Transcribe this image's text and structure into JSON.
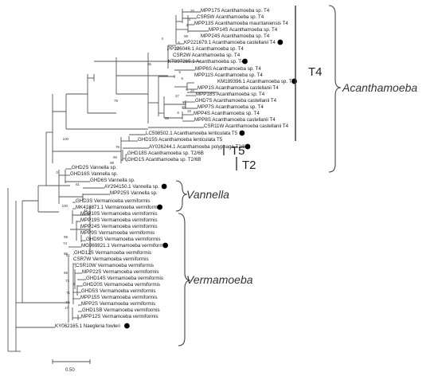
{
  "tree": {
    "leaves": [
      {
        "label": "MPP17S Acanthamoeba sp. T4",
        "marked": false
      },
      {
        "label": "CSR5W Acanthamoeba sp. T4",
        "marked": false
      },
      {
        "label": "MPP13S Acanthamoeba mauritaniensis T4",
        "marked": false
      },
      {
        "label": "MPP14S Acanthamoeba sp. T4",
        "marked": false
      },
      {
        "label": "MPP24S Acanthamoeba sp. T4",
        "marked": false
      },
      {
        "label": "KP221679.1 Acanthamoeba castellanii T4",
        "marked": true
      },
      {
        "label": "PP126046.1 Acanthamoeba sp. T4",
        "marked": false
      },
      {
        "label": "CSR2W Acanthamoeba sp. T4",
        "marked": false
      },
      {
        "label": "KT897265.1 Acanthamoeba sp. T4",
        "marked": true
      },
      {
        "label": "MPP6S Acanthamoeba sp. T4",
        "marked": false
      },
      {
        "label": "MPP11S Acanthamoeba sp. T4",
        "marked": false
      },
      {
        "label": "KM189396.1 Acanthamoeba sp. T4",
        "marked": true
      },
      {
        "label": "MPP1S Acanthamoeba castellanii T4",
        "marked": false
      },
      {
        "label": "MPP18S Acanthamoeba sp. T4",
        "marked": false
      },
      {
        "label": "GHD7S Acanthamoeba castellanii T4",
        "marked": false
      },
      {
        "label": "MPP7S Acanthamoeba sp. T4",
        "marked": false
      },
      {
        "label": "MPP4S Acanthamoeba sp. T4",
        "marked": false
      },
      {
        "label": "MPP8S Acanthamoeba castellanii T4",
        "marked": false
      },
      {
        "label": "CSR11W Acanthamoeba castellanii T4",
        "marked": false
      },
      {
        "label": "LC598502.1 Acanthamoeba lenticulata T5",
        "marked": true
      },
      {
        "label": "GHD15S Acanthamoeba lenticulata T5",
        "marked": false
      },
      {
        "label": "AY026244.1 Acanthamoeba polyphaga T2/6B",
        "marked": true
      },
      {
        "label": "GHD18S Acanthamoeba sp. T2/6B",
        "marked": false
      },
      {
        "label": "GHD1S Acanthamoeba sp. T2/6B",
        "marked": false
      },
      {
        "label": "GHD2S Vannella sp.",
        "marked": false
      },
      {
        "label": "GHD16S Vannella sp.",
        "marked": false
      },
      {
        "label": "GHD6S Vannella sp.",
        "marked": false
      },
      {
        "label": "AY294150.1 Vannella sp.",
        "marked": true
      },
      {
        "label": "MPP25S Vannella sp.",
        "marked": false
      },
      {
        "label": "GHD3S Vermamoeba vermiformis",
        "marked": false
      },
      {
        "label": "MK418871.1 Vermamoeba vermiformis",
        "marked": true
      },
      {
        "label": "MPP10S Vermamoeba vermiformis",
        "marked": false
      },
      {
        "label": "MPP19S Vermamoeba vermiformis",
        "marked": false
      },
      {
        "label": "MPP24S Vermamoeba vermiformis",
        "marked": false
      },
      {
        "label": "MPP9S Vermamoeba vermiformis",
        "marked": false
      },
      {
        "label": "GHD9S Vermamoeba vermiformis",
        "marked": false
      },
      {
        "label": "MG969821.1 Vermamoeba vermiformis",
        "marked": true
      },
      {
        "label": "GHD12S Vermamoeba vermiformis",
        "marked": false
      },
      {
        "label": "CSR7W Vermamoeba vermiformis",
        "marked": false
      },
      {
        "label": "CSR10W Vermamoeba vermiformis",
        "marked": false
      },
      {
        "label": "MPP22S Vermamoeba vermiformis",
        "marked": false
      },
      {
        "label": "GHD14S Vermamoeba vermiformis",
        "marked": false
      },
      {
        "label": "GHD20S Vermamoeba vermiformis",
        "marked": false
      },
      {
        "label": "GHD5S Vermamoeba vermiformis",
        "marked": false
      },
      {
        "label": "MPP15S Vermamoeba vermiformis",
        "marked": false
      },
      {
        "label": "MPP2S Vermamoeba vermiformis",
        "marked": false
      },
      {
        "label": "GHD1SB Vermamoeba vermiformis",
        "marked": false
      },
      {
        "label": "MPP12S Vermamoeba vermiformis",
        "marked": false
      },
      {
        "label": "KY062165.1 Naegleria fowleri",
        "marked": true
      }
    ],
    "bootstrap_values": [
      "20",
      "3",
      "4",
      "58",
      "5",
      "10",
      "4",
      "55",
      "5",
      "6",
      "22",
      "12",
      "27",
      "20",
      "33",
      "6",
      "55",
      "79",
      "100",
      "60",
      "76",
      "98",
      "61",
      "0",
      "100",
      "45",
      "65",
      "99",
      "74",
      "98",
      "4",
      "69",
      "51",
      "73",
      "71",
      "2",
      "48",
      "17"
    ],
    "clades": {
      "acanthamoeba": "Acanthamoeba",
      "vannella": "Vannella",
      "vermamoeba": "Vermamoeba"
    },
    "genotypes": {
      "t4": "T4",
      "t5": "T5",
      "t2": "T2"
    },
    "scale_bar": "0.50",
    "marker_color": "#000000"
  }
}
